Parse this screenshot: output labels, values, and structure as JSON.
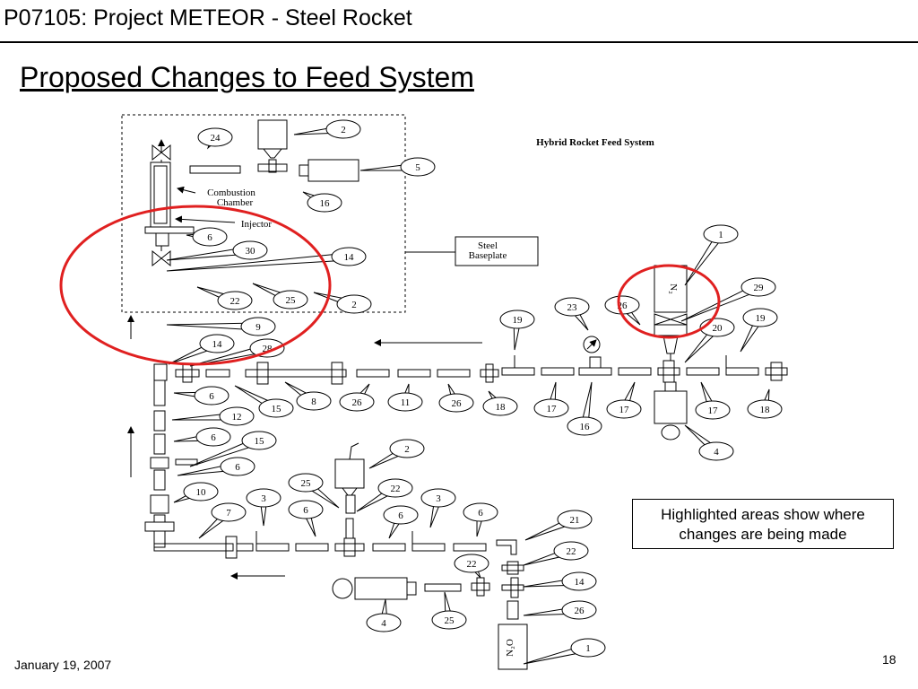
{
  "header": {
    "title": "P07105: Project METEOR - Steel Rocket",
    "subtitle": "Proposed Changes to Feed System"
  },
  "diagram": {
    "title": "Hybrid Rocket Feed System",
    "labels": {
      "combustion_line1": "Combustion",
      "combustion_line2": "Chamber",
      "injector": "Injector",
      "baseplate_line1": "Steel",
      "baseplate_line2": "Baseplate",
      "n2_tank": "N₂",
      "n2o_tank": "N₂O"
    },
    "callouts": [
      "2",
      "24",
      "5",
      "16",
      "6",
      "30",
      "14",
      "22",
      "25",
      "2",
      "9",
      "14",
      "28",
      "1",
      "29",
      "26",
      "23",
      "19",
      "19",
      "20",
      "15",
      "8",
      "26",
      "11",
      "26",
      "18",
      "17",
      "16",
      "17",
      "17",
      "18",
      "4",
      "6",
      "12",
      "6",
      "15",
      "6",
      "10",
      "2",
      "25",
      "22",
      "3",
      "3",
      "7",
      "6",
      "6",
      "6",
      "21",
      "22",
      "22",
      "14",
      "26",
      "1",
      "4",
      "25"
    ]
  },
  "note": {
    "line1": "Highlighted areas show where",
    "line2": "changes are being made"
  },
  "footer": {
    "date": "January 19, 2007",
    "page": "18"
  },
  "colors": {
    "highlight": "#e02020",
    "line": "#000000"
  }
}
